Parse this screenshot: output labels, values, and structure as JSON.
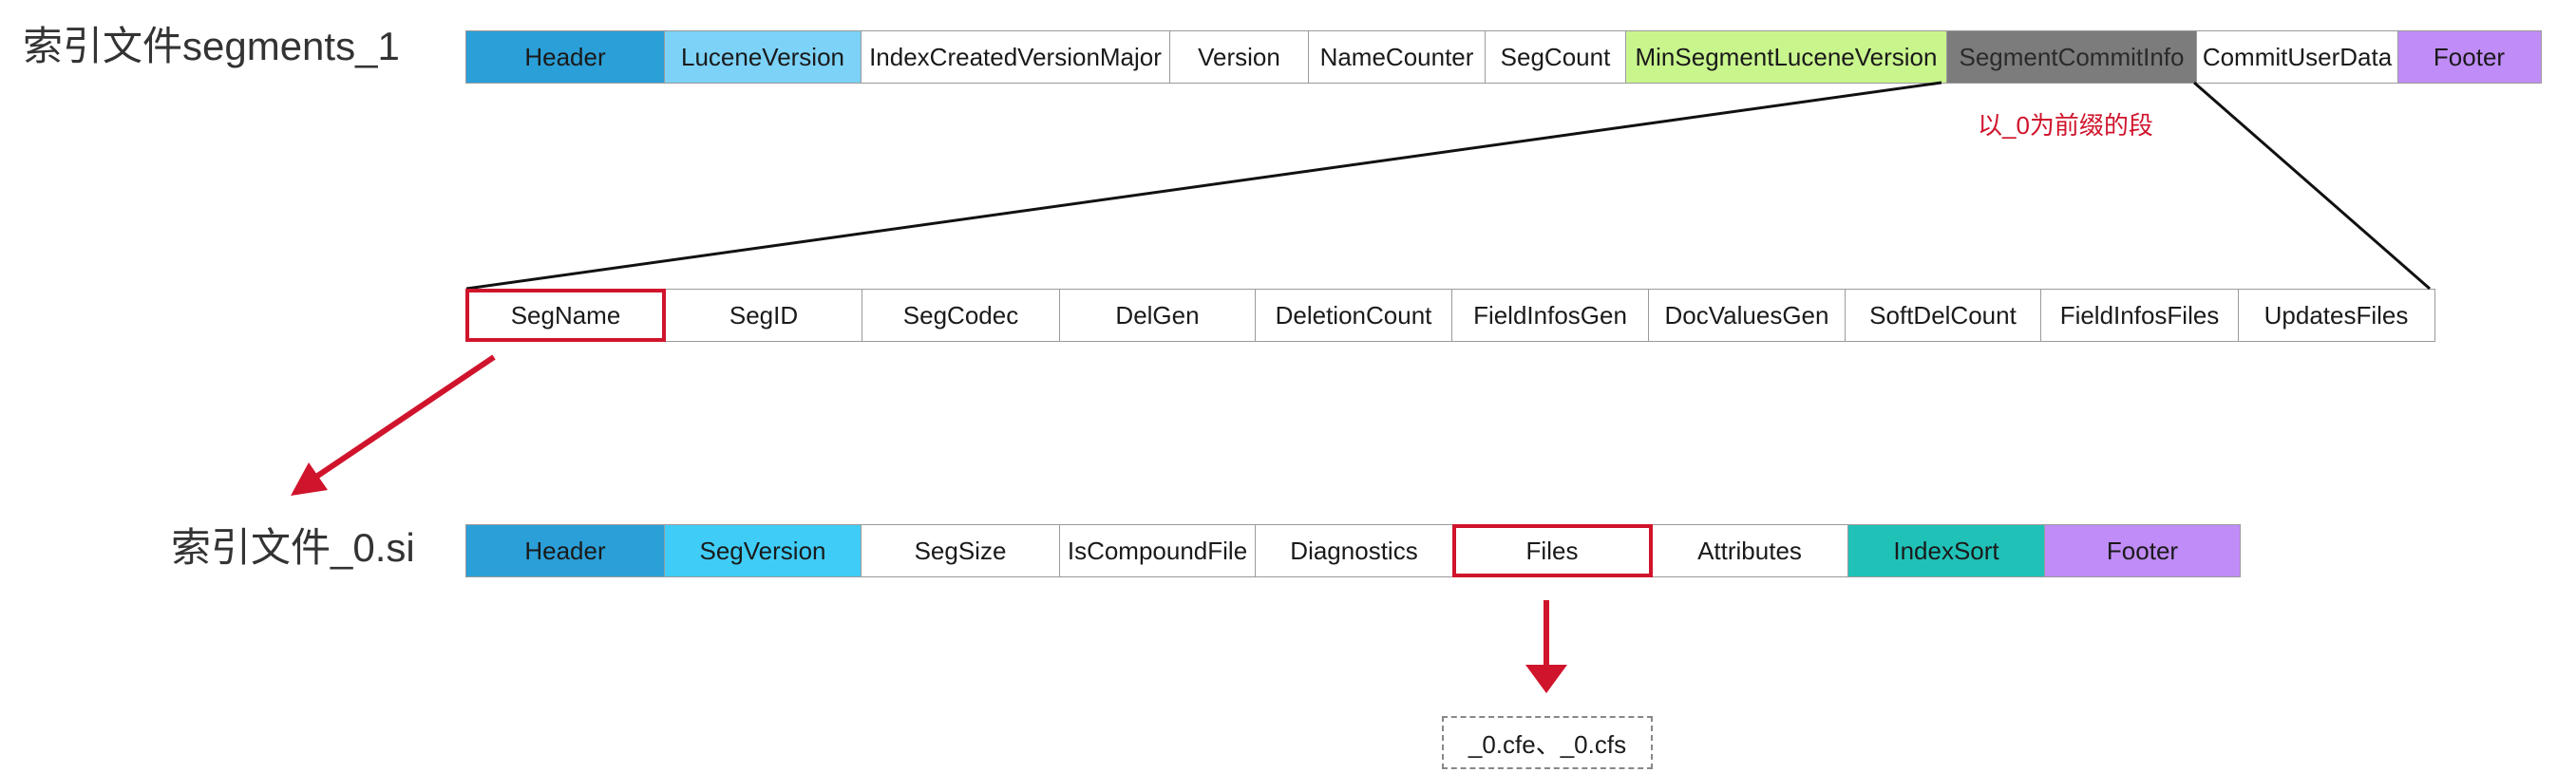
{
  "titles": {
    "segments_file": "索引文件segments_1",
    "si_file": "索引文件_0.si"
  },
  "segments_row": [
    {
      "label": "Header",
      "color": "#2b9fd7"
    },
    {
      "label": "LuceneVersion",
      "color": "#7cd2f7"
    },
    {
      "label": "IndexCreatedVersionMajor",
      "color": "#ffffff"
    },
    {
      "label": "Version",
      "color": "#ffffff"
    },
    {
      "label": "NameCounter",
      "color": "#ffffff"
    },
    {
      "label": "SegCount",
      "color": "#ffffff"
    },
    {
      "label": "MinSegmentLuceneVersion",
      "color": "#c9f58d"
    },
    {
      "label": "SegmentCommitInfo",
      "color": "#7c7c7c"
    },
    {
      "label": "CommitUserData",
      "color": "#ffffff"
    },
    {
      "label": "Footer",
      "color": "#c08cf7"
    }
  ],
  "commit_info_note": "以_0为前缀的段",
  "commit_info_row": [
    {
      "label": "SegName",
      "highlight": true
    },
    {
      "label": "SegID"
    },
    {
      "label": "SegCodec"
    },
    {
      "label": "DelGen"
    },
    {
      "label": "DeletionCount"
    },
    {
      "label": "FieldInfosGen"
    },
    {
      "label": "DocValuesGen"
    },
    {
      "label": "SoftDelCount"
    },
    {
      "label": "FieldInfosFiles"
    },
    {
      "label": "UpdatesFiles"
    }
  ],
  "si_row": [
    {
      "label": "Header",
      "color": "#2b9fd7"
    },
    {
      "label": "SegVersion",
      "color": "#3fcdf8"
    },
    {
      "label": "SegSize",
      "color": "#ffffff"
    },
    {
      "label": "IsCompoundFile",
      "color": "#ffffff"
    },
    {
      "label": "Diagnostics",
      "color": "#ffffff"
    },
    {
      "label": "Files",
      "color": "#ffffff",
      "highlight": true
    },
    {
      "label": "Attributes",
      "color": "#ffffff"
    },
    {
      "label": "IndexSort",
      "color": "#20c2b8"
    },
    {
      "label": "Footer",
      "color": "#c08cf7"
    }
  ],
  "files_box": "_0.cfe、_0.cfs",
  "colors": {
    "highlight_red": "#d0142c",
    "connector_line": "#111111"
  }
}
